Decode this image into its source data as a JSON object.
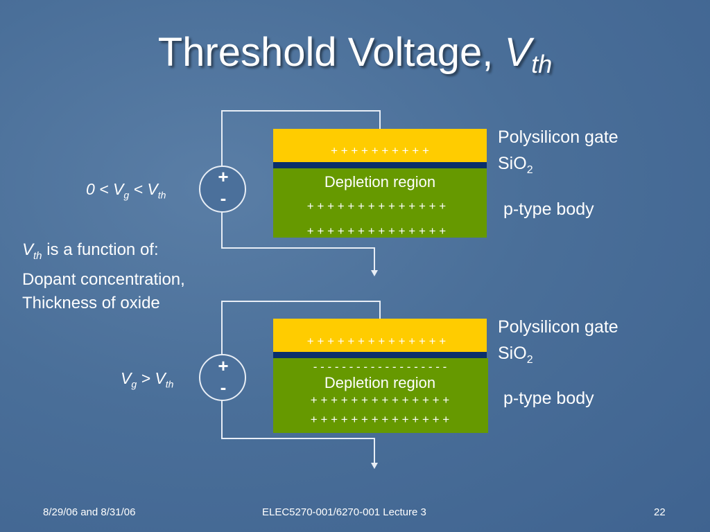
{
  "slide": {
    "title_main": "Threshold Voltage, ",
    "title_var": "V",
    "title_sub": "th"
  },
  "diagram_top": {
    "gate_charges": "+  +  +  +  +  +  +  +  +  +",
    "depletion_label": "Depletion region",
    "body_charges_1": "+ + + + + + + + + + + + + +",
    "body_charges_2": "+ + + + + + + + + + + + + +",
    "source_plus": "+",
    "source_minus": "-",
    "condition": {
      "prefix": "0 < ",
      "v1": "V",
      "s1": "g",
      "mid": " < ",
      "v2": "V",
      "s2": "th"
    },
    "label_gate": "Polysilicon gate",
    "label_oxide_main": "SiO",
    "label_oxide_sub": "2",
    "label_body": "p-type body"
  },
  "diagram_bottom": {
    "gate_charges": "+ + + + + + + + + + + + + +",
    "inversion_charges": "- - - - - - - - - - - - - - - - - - -",
    "depletion_label": "Depletion region",
    "body_charges_1": "+ + + + + + + + + + + + + +",
    "body_charges_2": "+ + + + + + + + + + + + + +",
    "source_plus": "+",
    "source_minus": "-",
    "condition": {
      "v1": "V",
      "s1": "g",
      "mid": " > ",
      "v2": "V",
      "s2": "th"
    },
    "label_gate": "Polysilicon gate",
    "label_oxide_main": "SiO",
    "label_oxide_sub": "2",
    "label_body": "p-type body"
  },
  "note": {
    "var": "V",
    "var_sub": "th",
    "line1_rest": " is a function of:",
    "line2": "Dopant concentration,",
    "line3": "Thickness of oxide"
  },
  "footer": {
    "date": "8/29/06 and 8/31/06",
    "course": "ELEC5270-001/6270-001 Lecture 3",
    "page": "22"
  },
  "colors": {
    "gate": "#ffcc00",
    "oxide": "#0a2f6b",
    "body": "#669900",
    "background": "#4a6f99"
  }
}
